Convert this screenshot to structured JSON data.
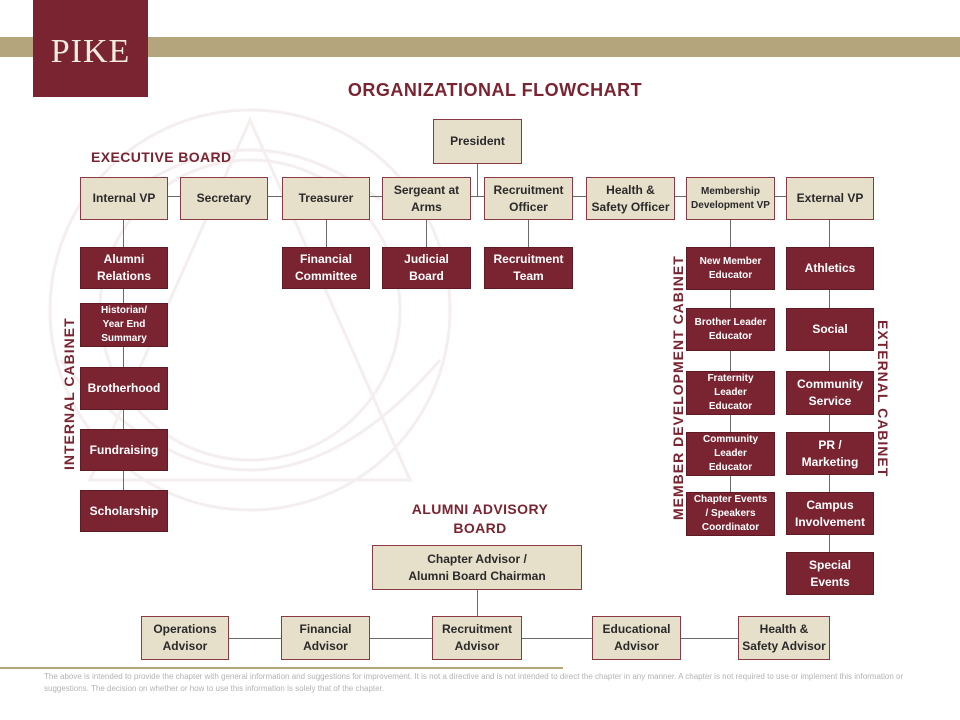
{
  "brand": {
    "logo_text": "PIKE"
  },
  "title": "ORGANIZATIONAL FLOWCHART",
  "sections": {
    "executive_board": "EXECUTIVE BOARD",
    "internal_cabinet": "INTERNAL CABINET",
    "member_development_cabinet": "MEMBER DEVELOPMENT CABINET",
    "external_cabinet": "EXTERNAL CABINET",
    "alumni_advisory_board": "ALUMNI ADVISORY\nBOARD"
  },
  "president": "President",
  "executive": {
    "internal_vp": "Internal VP",
    "secretary": "Secretary",
    "treasurer": "Treasurer",
    "sergeant_at_arms": "Sergeant at\nArms",
    "recruitment_officer": "Recruitment\nOfficer",
    "health_safety_officer": "Health &\nSafety Officer",
    "membership_development_vp": "Membership\nDevelopment VP",
    "external_vp": "External VP"
  },
  "committees": {
    "financial_committee": "Financial\nCommittee",
    "judicial_board": "Judicial\nBoard",
    "recruitment_team": "Recruitment\nTeam"
  },
  "internal_cabinet": [
    "Alumni\nRelations",
    "Historian/\nYear End\nSummary",
    "Brotherhood",
    "Fundraising",
    "Scholarship"
  ],
  "member_development_cabinet": [
    "New Member\nEducator",
    "Brother Leader\nEducator",
    "Fraternity\nLeader\nEducator",
    "Community\nLeader\nEducator",
    "Chapter Events\n/ Speakers\nCoordinator"
  ],
  "external_cabinet": [
    "Athletics",
    "Social",
    "Community\nService",
    "PR /\nMarketing",
    "Campus\nInvolvement",
    "Special\nEvents"
  ],
  "alumni_board": {
    "chairman": "Chapter Advisor /\nAlumni Board Chairman",
    "advisors": [
      "Operations\nAdvisor",
      "Financial\nAdvisor",
      "Recruitment\nAdvisor",
      "Educational\nAdvisor",
      "Health &\nSafety Advisor"
    ]
  },
  "footer": "The above is intended to provide the chapter with general information and suggestions for improvement.  It is not a directive and is not intended to direct the chapter in any manner.  A chapter is not required to use or implement this information or suggestions.  The decision on whether or how to use this information is solely that of the chapter.",
  "colors": {
    "maroon": "#7b2431",
    "tan": "#e6dfca",
    "gold": "#b5a57c"
  }
}
